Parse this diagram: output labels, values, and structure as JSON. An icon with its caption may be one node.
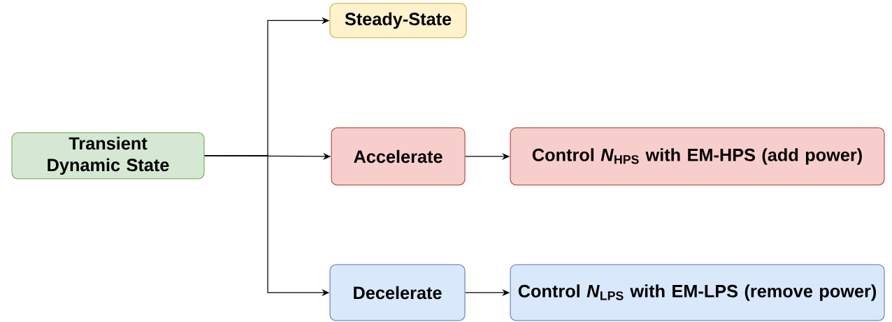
{
  "diagram": {
    "nodes": [
      {
        "text": [
          "Transient Dynamic State"
        ]
      },
      {
        "text": [
          "Steady-State"
        ]
      },
      {
        "text": [
          "Accelerate"
        ]
      },
      {
        "text": [
          "Control *N*$_{HPS}$ with EM-HPS (add power)"
        ]
      },
      {
        "text": [
          "Decelerate"
        ]
      },
      {
        "text": [
          "Control *N*$_{LPS}$ with EM-LPS (remove power)"
        ]
      }
    ],
    "edges": [
      {
        "from": 0,
        "to": 1,
        "arrow": "to"
      },
      {
        "from": 0,
        "to": 2,
        "arrow": "to"
      },
      {
        "from": 0,
        "to": 4,
        "arrow": "to"
      },
      {
        "from": 2,
        "to": 3,
        "arrow": "to"
      },
      {
        "from": 4,
        "to": 5,
        "arrow": "to"
      }
    ]
  }
}
